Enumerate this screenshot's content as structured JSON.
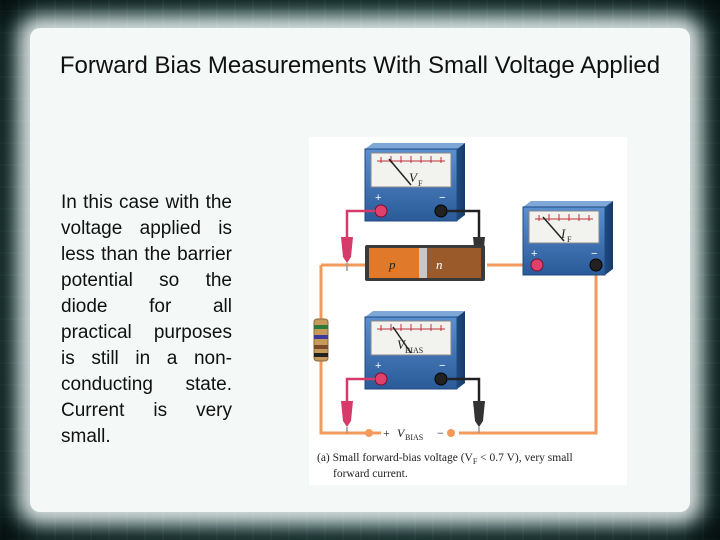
{
  "slide": {
    "title": "Forward Bias Measurements With Small Voltage Applied",
    "body": "In this case with the voltage applied is less than the barrier potential so the diode for all practical purposes is still in a non-conducting state. Current is very small."
  },
  "figure": {
    "meter_vf": {
      "label": "V",
      "sub": "F",
      "plus": "+",
      "minus": "−"
    },
    "meter_if": {
      "label": "I",
      "sub": "F",
      "plus": "+",
      "minus": "−"
    },
    "meter_vbias": {
      "label": "V",
      "sub": "BIAS",
      "plus": "+",
      "minus": "−"
    },
    "diode": {
      "p": "p",
      "n": "n"
    },
    "source": {
      "plus": "+",
      "label": "V",
      "sub": "BIAS",
      "minus": "−"
    },
    "caption_line1_a": "(a)  Small forward-bias voltage (V",
    "caption_line1_sub": "F",
    "caption_line1_b": " < 0.7 V), very small",
    "caption_line2": "forward current."
  },
  "colors": {
    "meter_body": "#3a6fb0",
    "wire": "#f39a5a",
    "probe_red": "#d63a6a",
    "probe_black": "#222222",
    "diode_p": "#e07a2a",
    "diode_n": "#9a5a2a"
  }
}
